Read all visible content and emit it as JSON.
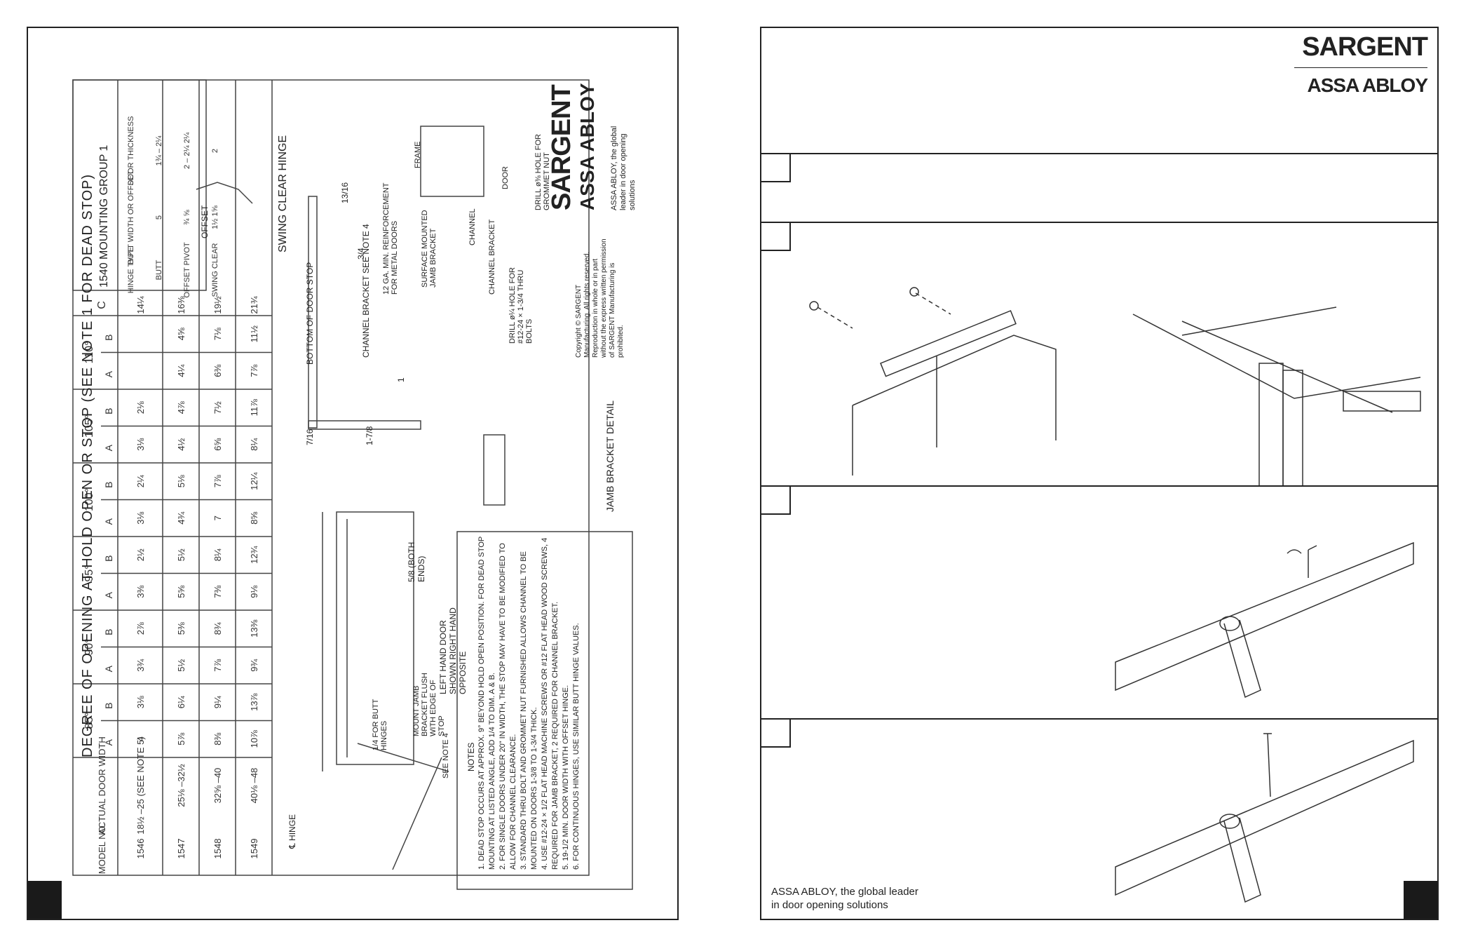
{
  "left_page": {
    "table_title": "DEGREE OF OPENING AT HOLD OPEN OR STOP (SEE NOTE 1 FOR DEAD STOP)",
    "mounting_title": "1540 MOUNTING GROUP 1",
    "mounting_headers": [
      "HINGE TYPE",
      "BUTT WIDTH OR OFFSET",
      "DOOR THICKNESS"
    ],
    "mounting_rows": [
      [
        "BUTT",
        "5",
        "1¾ – 2¼"
      ],
      [
        "OFFSET PIVOT",
        "¾   ⅝",
        "2 – 2¼  2¼"
      ],
      [
        "SWING CLEAR",
        "1½  1⅝",
        "2"
      ]
    ],
    "col_headers": [
      "MODEL NO.",
      "ACTUAL DOOR WIDTH",
      "85°",
      "90°",
      "95°",
      "100°",
      "105°",
      "110°",
      "C"
    ],
    "ab": [
      "A",
      "B"
    ],
    "rows": [
      [
        "1546",
        "18½ –25 (SEE NOTE 5)",
        "4",
        "3⅛",
        "3¾",
        "2⅞",
        "3⅜",
        "2½",
        "3⅛",
        "2¼",
        "3⅛",
        "2⅛",
        "",
        "",
        "14¼"
      ],
      [
        "1547",
        "25⅛ –32½",
        "5⅞",
        "6¼",
        "5½",
        "5⅜",
        "5⅝",
        "5½",
        "4¾",
        "5⅛",
        "4½",
        "4⅞",
        "4¼",
        "4⅝",
        "16⅜"
      ],
      [
        "1548",
        "32⅝ –40",
        "8⅜",
        "9¼",
        "7⅞",
        "8¾",
        "7⅜",
        "8¼",
        "7",
        "7⅞",
        "6⅝",
        "7½",
        "6⅜",
        "7⅛",
        "19½"
      ],
      [
        "1549",
        "40⅛ –48",
        "10⅞",
        "13⅞",
        "9¾",
        "13⅜",
        "9⅛",
        "12¾",
        "8⅝",
        "12¼",
        "8¼",
        "11⅞",
        "7⅞",
        "11½",
        "21¾"
      ]
    ],
    "drawing_labels": {
      "swing_clear_hinge": "SWING CLEAR HINGE",
      "offset": "OFFSET",
      "door": "DOOR",
      "bottom_of_door_stop": "BOTTOM OF DOOR STOP",
      "channel_bracket_note": "CHANNEL BRACKET SEE NOTE 4",
      "dim_13_16": "13/16",
      "dim_3_4": "3/4",
      "dim_7_16": "7/16",
      "dim_1_7_8": "1-7/8",
      "dim_1": "1",
      "gauge": "12 GA. MIN. REINFORCEMENT FOR METAL DOORS",
      "frame": "FRAME",
      "surface_mounted": "SURFACE MOUNTED JAMB BRACKET",
      "channel": "CHANNEL",
      "channel_bracket": "CHANNEL BRACKET",
      "drill_1": "DRILL ø¼ HOLE FOR #12-24 × 1-3/4 THRU BOLTS",
      "drill_2": "DRILL ø⅜ HOLE FOR GROMMET NUT",
      "jamb_bracket_detail": "JAMB BRACKET DETAIL",
      "hand_note": "LEFT HAND DOOR SHOWN RIGHT HAND OPPOSITE",
      "both_ends": "5/8 (BOTH ENDS)",
      "mount_jamb": "MOUNT JAMB BRACKET FLUSH WITH EDGE OF STOP",
      "for_butt": "1/4 FOR BUTT HINGES",
      "see_note_4": "SEE NOTE 4",
      "hinge": "℄ HINGE"
    },
    "notes_title": "NOTES",
    "notes": [
      "1. DEAD STOP OCCURS AT APPROX. 9° BEYOND HOLD OPEN POSITION. FOR DEAD STOP MOUNTING AT LISTED ANGLE, ADD 1/4 TO DIM. A & B.",
      "2. FOR SINGLE DOORS UNDER 20\" IN WIDTH, THE STOP MAY HAVE TO BE MODIFIED TO ALLOW FOR CHANNEL CLEARANCE.",
      "3. STANDARD THRU BOLT AND GROMMET NUT FURNISHED ALLOWS CHANNEL TO BE MOUNTED ON DOORS 1-3/8 TO 1-3/4 THICK.",
      "4. USE #12-24 × 1/2 FLAT HEAD MACHINE SCREWS OR #12 FLAT HEAD WOOD SCREWS, 4 REQUIRED FOR JAMB BRACKET, 2 REQUIRED FOR CHANNEL BRACKET.",
      "5. 19-1/2 MIN. DOOR WIDTH WITH OFFSET HINGE.",
      "6. FOR CONTINUOUS HINGES, USE SIMILAR BUTT HINGE VALUES."
    ],
    "brand_sargent": "SARGENT",
    "brand_assa": "ASSA ABLOY",
    "tagline": "ASSA ABLOY, the global leader in door opening solutions",
    "copyright": "Copyright © SARGENT Manufacturing. All rights reserved. Reproduction in whole or in part without the express written permission of SARGENT Manufacturing is prohibited."
  },
  "right_page": {
    "brand_sargent": "SARGENT",
    "brand_assa": "ASSA ABLOY",
    "footer": [
      "ASSA ABLOY, the global leader",
      "in door opening solutions"
    ]
  },
  "colors": {
    "ink": "#222222",
    "paper": "#ffffff",
    "block": "#1a1a1a"
  }
}
